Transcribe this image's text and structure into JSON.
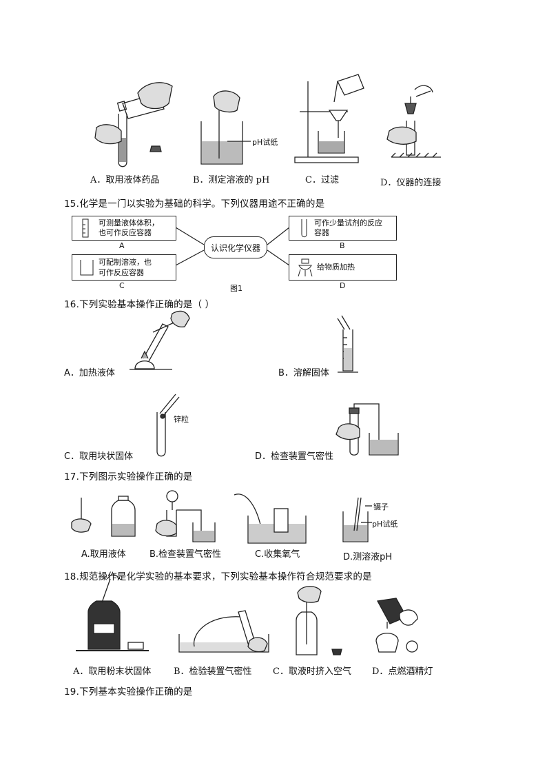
{
  "q14_row": {
    "captions": [
      "A．取用液体药品",
      "B．测定溶液的 pH",
      "C．过滤",
      "D．仪器的连接"
    ],
    "ph_paper_label": "pH试纸"
  },
  "q15": {
    "question": "15.化学是一门以实验为基础的科学。下列仪器用途不正确的是",
    "center_label": "认识化学仪器",
    "figure_label": "图1",
    "boxes": [
      {
        "letter": "A",
        "text_line1": "可测量液体体积，",
        "text_line2": "也可作反应容器"
      },
      {
        "letter": "B",
        "text_line1": "可作少量试剂的反应",
        "text_line2": "容器"
      },
      {
        "letter": "C",
        "text_line1": "可配制溶液，也",
        "text_line2": "可作反应容器"
      },
      {
        "letter": "D",
        "text_line1": "给物质加热",
        "text_line2": ""
      }
    ]
  },
  "q16": {
    "question": "16.下列实验基本操作正确的是（     ）",
    "options": [
      "A．加热液体",
      "B．溶解固体",
      "C．取用块状固体",
      "D．检查装置气密性"
    ],
    "zinc_label": "锌粒"
  },
  "q17": {
    "question": "17.下列图示实验操作正确的是",
    "captions": [
      "A.取用液体",
      "B.检查装置气密性",
      "C.收集氧气",
      "D.测溶液pH"
    ],
    "tweezers_label": "镊子",
    "ph_label": "pH试纸"
  },
  "q18": {
    "question": "18.规范操作是化学实验的基本要求，下列实验基本操作符合规范要求的是",
    "captions": [
      "A．取用粉末状固体",
      "B．检验装置气密性",
      "C．取液时挤入空气",
      "D．点燃酒精灯"
    ]
  },
  "q19": {
    "question": "19.下列基本实验操作正确的是"
  }
}
